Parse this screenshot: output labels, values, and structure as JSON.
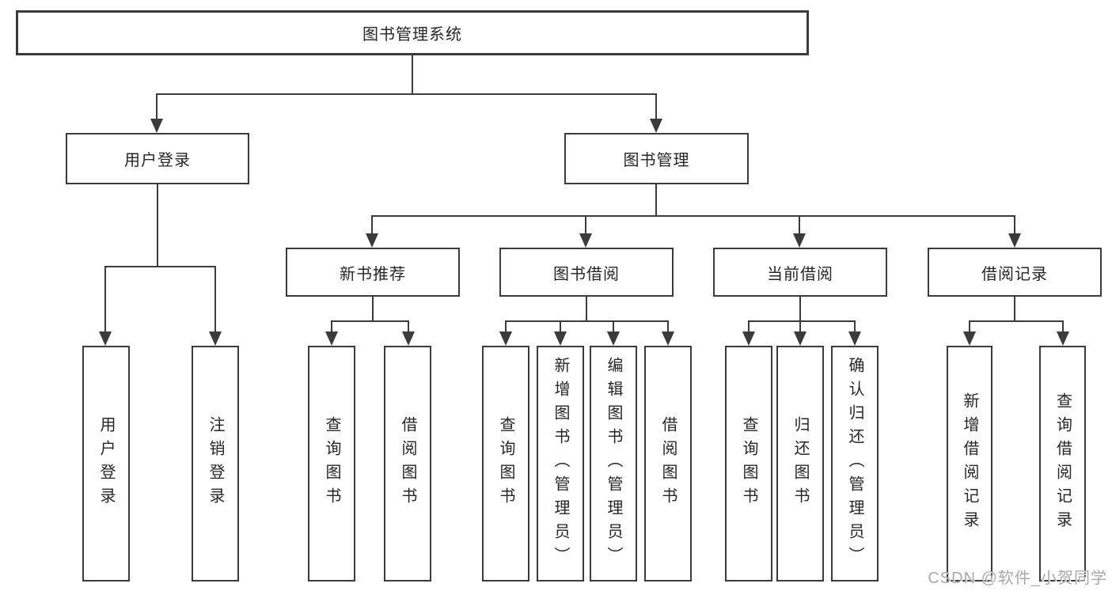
{
  "nodes": {
    "root": {
      "label": "图书管理系统"
    },
    "user_login": {
      "label": "用户登录"
    },
    "book_mgmt": {
      "label": "图书管理"
    },
    "new_books": {
      "label": "新书推荐"
    },
    "book_borrow": {
      "label": "图书借阅"
    },
    "current_borrow": {
      "label": "当前借阅"
    },
    "borrow_records": {
      "label": "借阅记录"
    },
    "leaf_user_login": {
      "label": "用户登录"
    },
    "leaf_logout": {
      "label": "注销登录"
    },
    "leaf_nb_query": {
      "label": "查询图书"
    },
    "leaf_nb_borrow": {
      "label": "借阅图书"
    },
    "leaf_bb_query": {
      "label": "查询图书"
    },
    "leaf_bb_add": {
      "label": "新增图书（管理员）"
    },
    "leaf_bb_edit": {
      "label": "编辑图书（管理员）"
    },
    "leaf_bb_borrow": {
      "label": "借阅图书"
    },
    "leaf_cb_query": {
      "label": "查询图书"
    },
    "leaf_cb_return": {
      "label": "归还图书"
    },
    "leaf_cb_confirm": {
      "label": "确认归还（管理员）"
    },
    "leaf_br_add": {
      "label": "新增借阅记录"
    },
    "leaf_br_query": {
      "label": "查询借阅记录"
    }
  },
  "watermark": {
    "text": "CSDN @软件_小贺同学"
  },
  "colors": {
    "line": "#3b3b3b",
    "text": "#262626",
    "watermark": "#a9a9a9",
    "background": "#ffffff"
  }
}
